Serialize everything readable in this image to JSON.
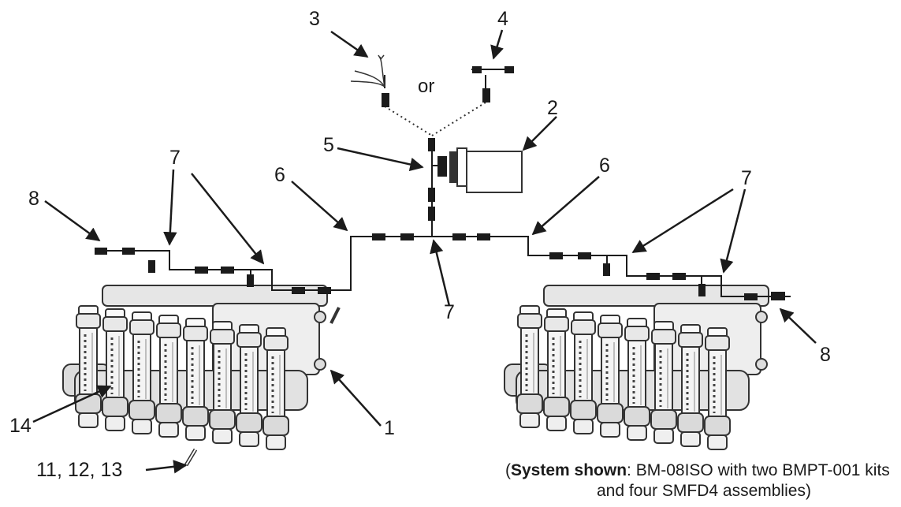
{
  "labels": {
    "l1": "1",
    "l2": "2",
    "l3": "3",
    "l4": "4",
    "l5": "5",
    "l6a": "6",
    "l6b": "6",
    "l7a": "7",
    "l7b": "7",
    "l7c": "7",
    "l8a": "8",
    "l8b": "8",
    "l11": "11, 12, 13",
    "l14": "14",
    "or": "or"
  },
  "caption": {
    "open": "(",
    "bold": "System shown",
    "rest": ":  BM-08ISO with two BMPT-001 kits",
    "line2": "and four SMFD4 assemblies)"
  }
}
